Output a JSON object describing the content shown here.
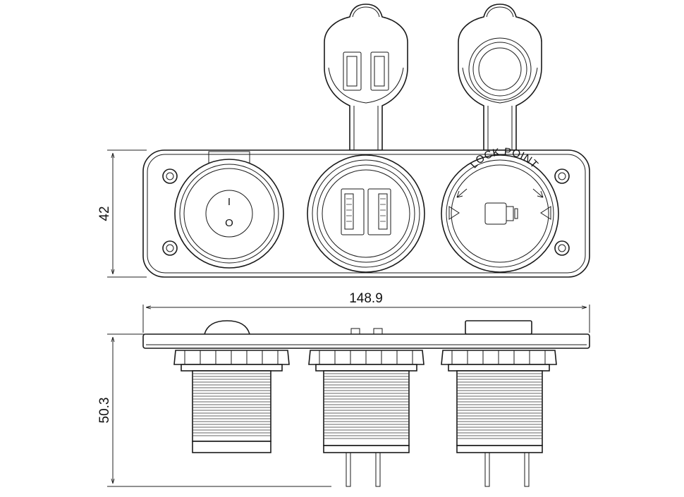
{
  "diagram": {
    "dimensions": {
      "panel_height": "42",
      "panel_width": "148.9",
      "side_depth": "50.3"
    },
    "labels": {
      "switch_on_mark": "I",
      "switch_off_mark": "O",
      "lock_point": "LOCK POINT"
    },
    "components": [
      {
        "name": "rocker-switch"
      },
      {
        "name": "dual-usb-socket"
      },
      {
        "name": "cigarette-lighter-socket"
      }
    ],
    "colors": {
      "line": "#1a1a1a",
      "background": "#ffffff"
    }
  }
}
